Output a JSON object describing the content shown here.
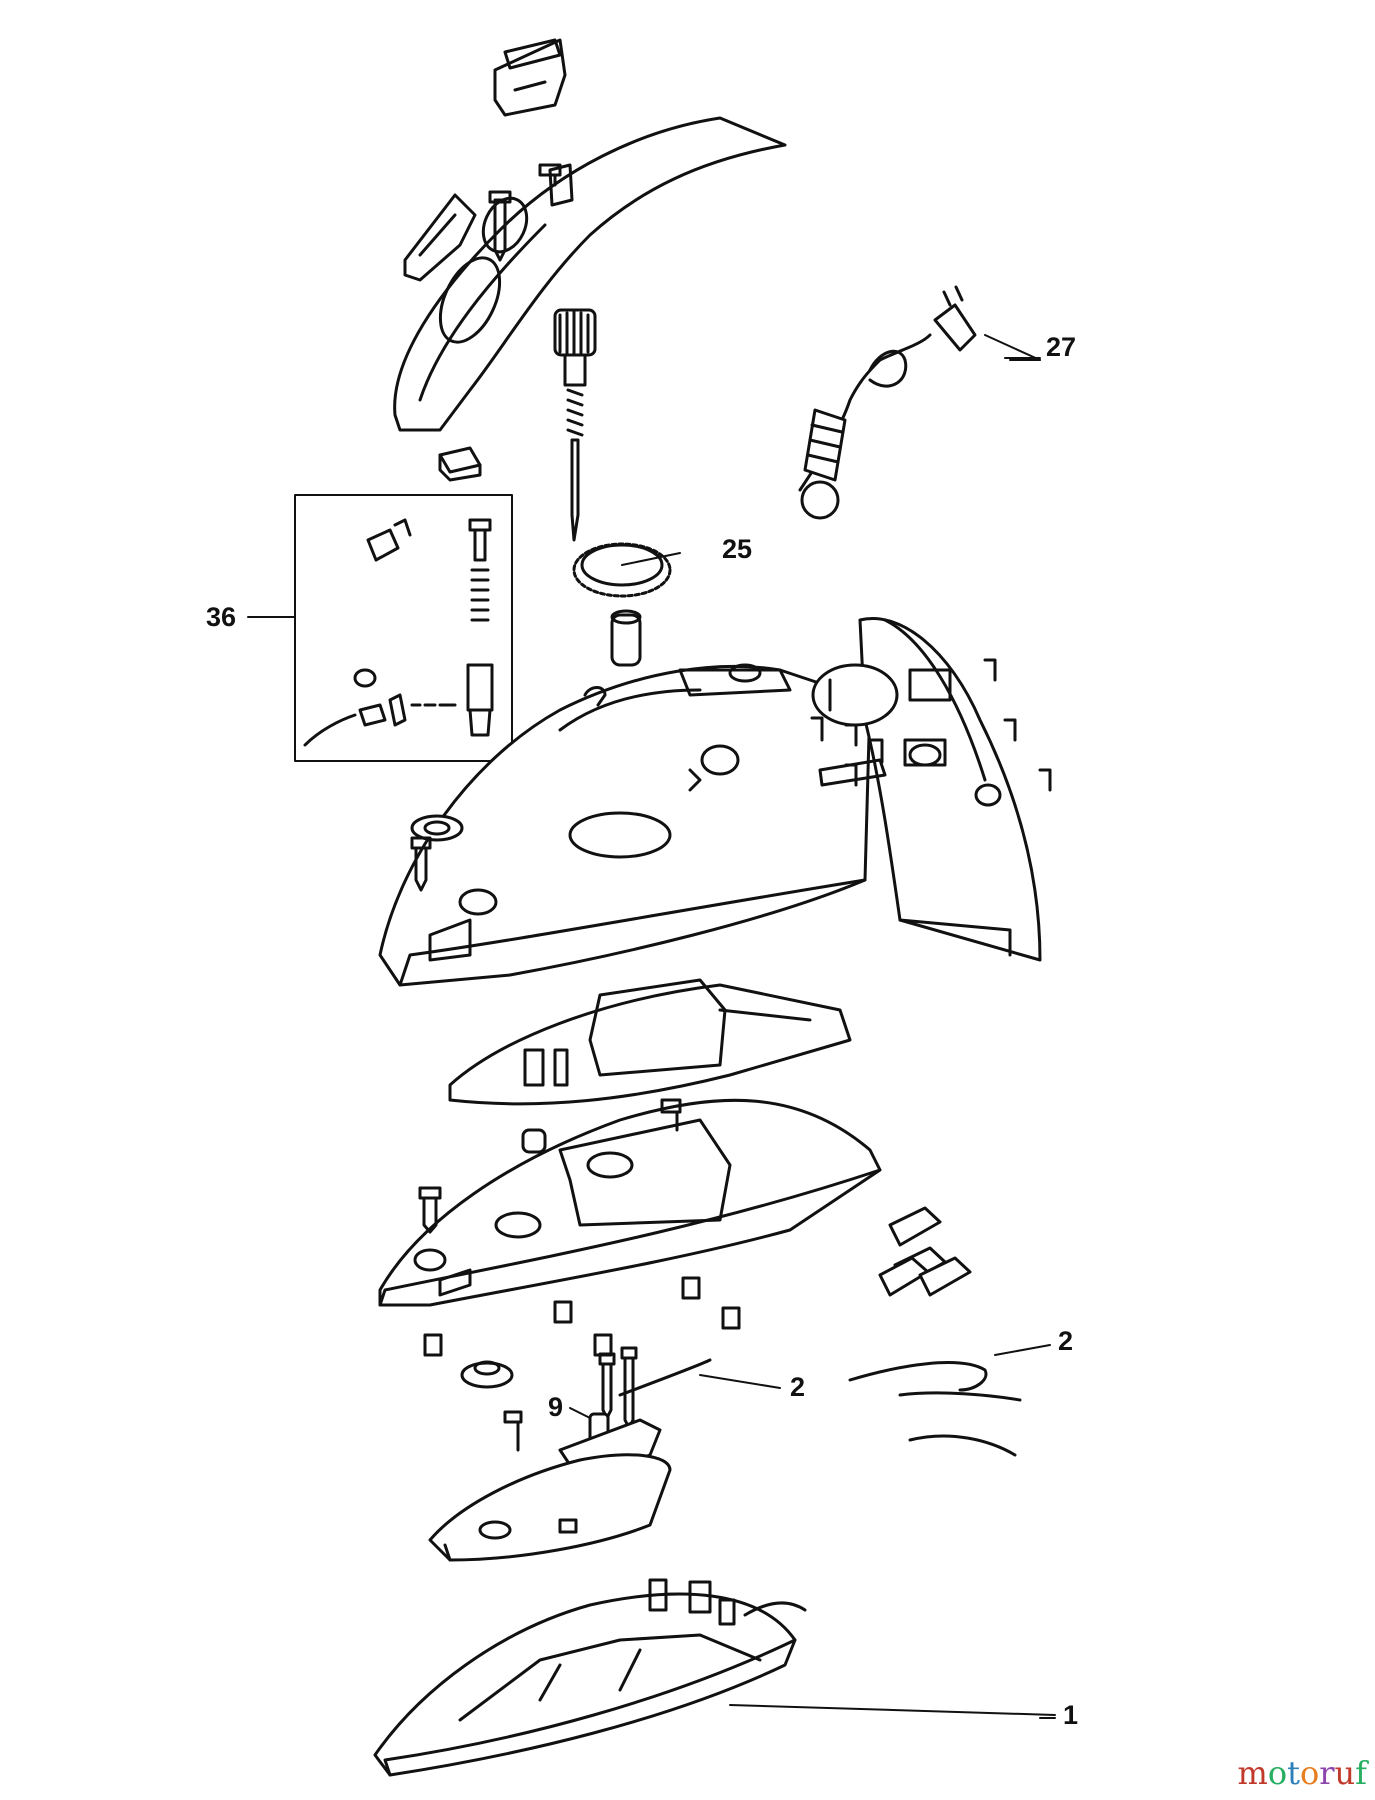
{
  "callouts": {
    "power_cord": "27",
    "dial": "25",
    "spray_assembly": "36",
    "wire_right": "2",
    "wire_center": "2",
    "sleeve": "9",
    "soleplate": "1"
  },
  "watermark": {
    "text": "motoruf",
    "colors": [
      "#c0392b",
      "#27ae60",
      "#2c7fb8",
      "#e67e22",
      "#8e44ad",
      "#c0392b",
      "#27ae60"
    ]
  },
  "colors": {
    "line": "#111111",
    "background": "#ffffff"
  }
}
